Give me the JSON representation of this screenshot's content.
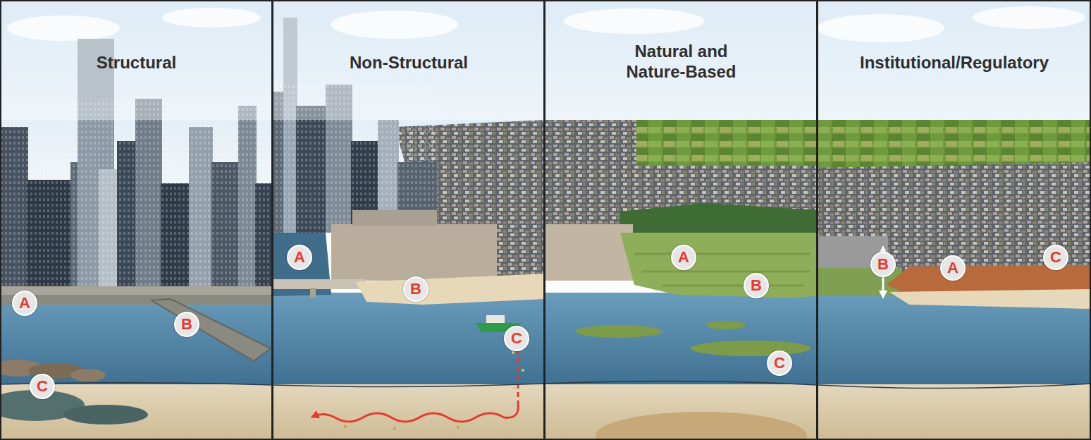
{
  "diagram": {
    "nodes": [
      {
        "text": [
          "Structural"
        ]
      },
      {
        "text": [
          "A"
        ],
        "in": 0
      },
      {
        "text": [
          "B"
        ],
        "in": 0
      },
      {
        "text": [
          "C"
        ],
        "in": 0
      },
      {
        "text": [
          "Non-Structural"
        ]
      },
      {
        "text": [
          "A"
        ],
        "in": 4
      },
      {
        "text": [
          "B"
        ],
        "in": 4
      },
      {
        "text": [
          "C"
        ],
        "in": 4
      },
      {
        "text": [
          "Natural and Nature-Based"
        ]
      },
      {
        "text": [
          "A"
        ],
        "in": 8
      },
      {
        "text": [
          "B"
        ],
        "in": 8
      },
      {
        "text": [
          "C"
        ],
        "in": 8
      },
      {
        "text": [
          "Institutional/Regulatory"
        ]
      },
      {
        "text": [
          "A"
        ],
        "in": 12
      },
      {
        "text": [
          "B"
        ],
        "in": 12
      },
      {
        "text": [
          "C"
        ],
        "in": 12
      }
    ]
  }
}
